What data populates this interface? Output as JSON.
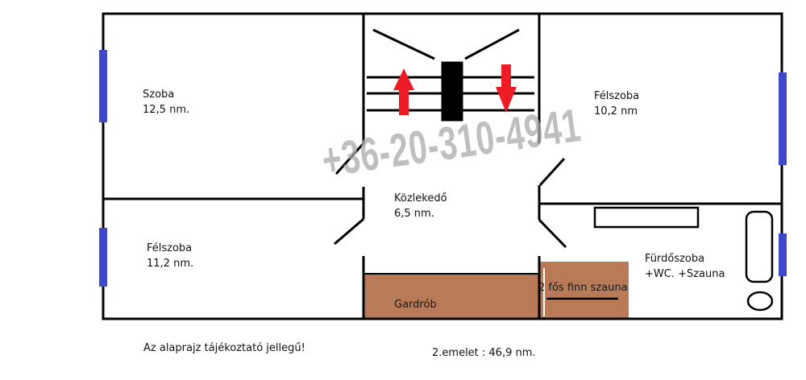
{
  "rooms": [
    {
      "name": "Szoba",
      "area": "12,5 nm."
    },
    {
      "name": "Félszoba",
      "area": "11,2 nm."
    },
    {
      "name": "Közlekedő",
      "area": "6,5 nm."
    },
    {
      "name": "Félszoba",
      "area": "10,2 nm"
    },
    {
      "name": "Fürdőszoba",
      "area": "+WC. +Szauna"
    }
  ],
  "gardrob": "Gardrób",
  "sauna": "2 fős finn szauna",
  "watermark": "+36-20-310-4941",
  "notice": "Az alaprajz tájékoztató jellegű!",
  "floor_info": "2.emelet : 46,9 nm.",
  "colors": {
    "wall": "#000000",
    "window": "#3f48cc",
    "wood": "#b97a57",
    "arrow": "#ed1c24",
    "watermark": "#aaaaaa"
  }
}
